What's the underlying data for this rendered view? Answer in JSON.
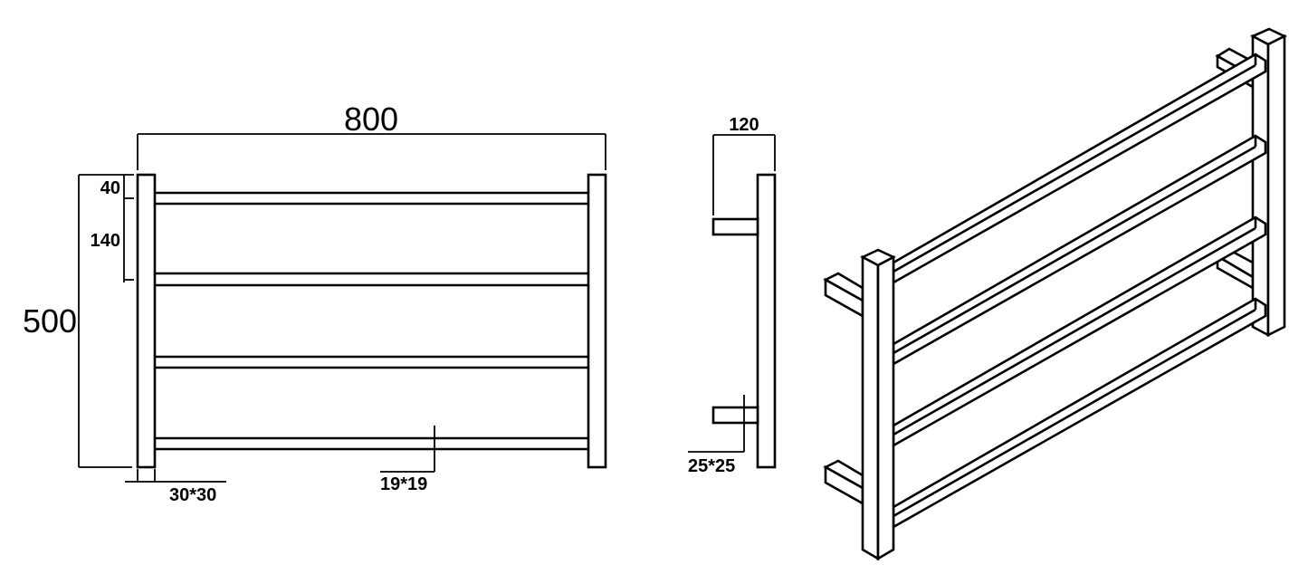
{
  "drawing": {
    "title": "Towel rail technical drawing",
    "units": "mm",
    "front_view": {
      "width_label": "800",
      "height_label": "500",
      "top_offset_label": "40",
      "rail_spacing_label": "140",
      "upright_size_label": "30*30",
      "rail_size_label": "19*19",
      "rail_count": 4
    },
    "side_view": {
      "depth_label": "120",
      "bracket_size_label": "25*25"
    },
    "iso_view": {
      "rail_count": 4,
      "brackets": 4
    }
  }
}
